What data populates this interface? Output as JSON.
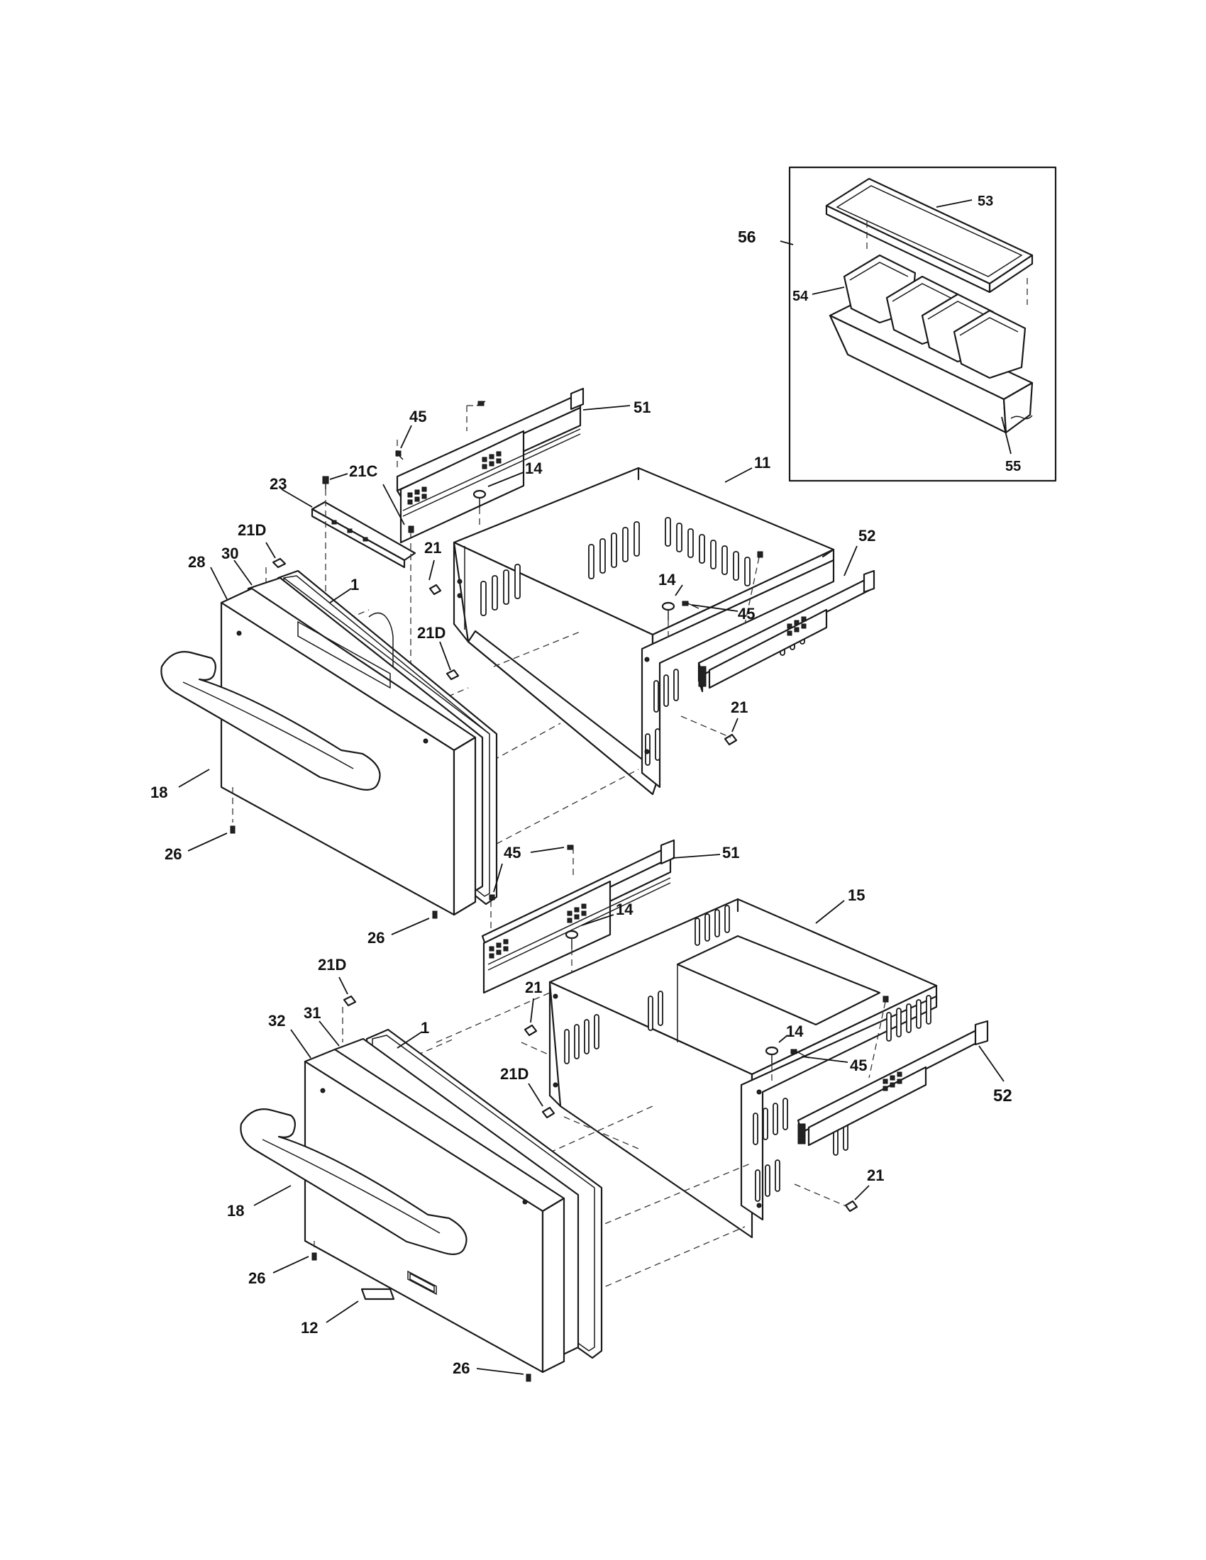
{
  "diagram": {
    "callouts": {
      "c53": "53",
      "c56": "56",
      "c54": "54",
      "c55": "55",
      "c45a": "45",
      "c51a": "51",
      "c11": "11",
      "c23": "23",
      "c21Ca": "21C",
      "c14a": "14",
      "c21Da": "21D",
      "c21a": "21",
      "c52a": "52",
      "c28": "28",
      "c30": "30",
      "c1a": "1",
      "c14b": "14",
      "c45b": "45",
      "c21Db": "21D",
      "c18a": "18",
      "c21b": "21",
      "c26a": "26",
      "c45c": "45",
      "c51b": "51",
      "c15": "15",
      "c14c": "14",
      "c26b": "26",
      "c21Dc": "21D",
      "c21c": "21",
      "c32": "32",
      "c31": "31",
      "c1b": "1",
      "c14d": "14",
      "c52b": "52",
      "c45d": "45",
      "c21Dd": "21D",
      "c18b": "18",
      "c21d": "21",
      "c26c": "26",
      "c12": "12",
      "c26d": "26"
    }
  }
}
